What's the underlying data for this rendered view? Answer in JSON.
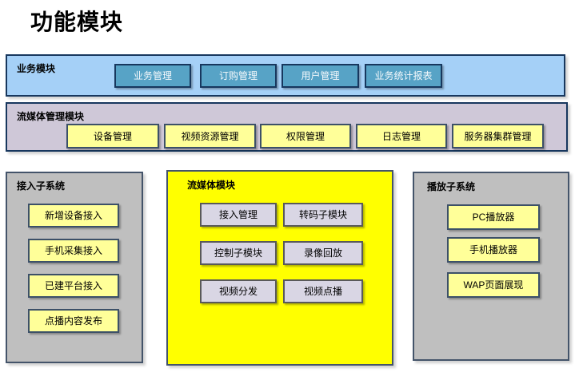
{
  "page": {
    "title": "功能模块"
  },
  "colors": {
    "dark_navy": "#17375E",
    "bar_business_bg": "#A5D0F7",
    "teal_button_bg": "#57A3C6",
    "teal_button_text": "#F5F9FC",
    "bar_media_mgmt_bg": "#CFC8D8",
    "yellow_button_bg": "#FFFF99",
    "yellow_button_border": "#3C5068",
    "gray_column_bg": "#BFBFBF",
    "column_border": "#44546A",
    "yellow_column_bg": "#FFFF00",
    "lavender_button_bg": "#D9D6E4",
    "lavender_button_border": "#595959"
  },
  "sections": {
    "business": {
      "label": "业务模块",
      "buttons": [
        "业务管理",
        "订购管理",
        "用户管理",
        "业务统计报表"
      ]
    },
    "media_mgmt": {
      "label": "流媒体管理模块",
      "buttons": [
        "设备管理",
        "视频资源管理",
        "权限管理",
        "日志管理",
        "服务器集群管理"
      ]
    },
    "access": {
      "label": "接入子系统",
      "buttons": [
        "新增设备接入",
        "手机采集接入",
        "已建平台接入",
        "点播内容发布"
      ]
    },
    "media": {
      "label": "流媒体模块",
      "buttons": [
        "接入管理",
        "转码子模块",
        "控制子模块",
        "录像回放",
        "视频分发",
        "视频点播"
      ]
    },
    "player": {
      "label": "播放子系统",
      "buttons": [
        "PC播放器",
        "手机播放器",
        "WAP页面展现"
      ]
    }
  }
}
